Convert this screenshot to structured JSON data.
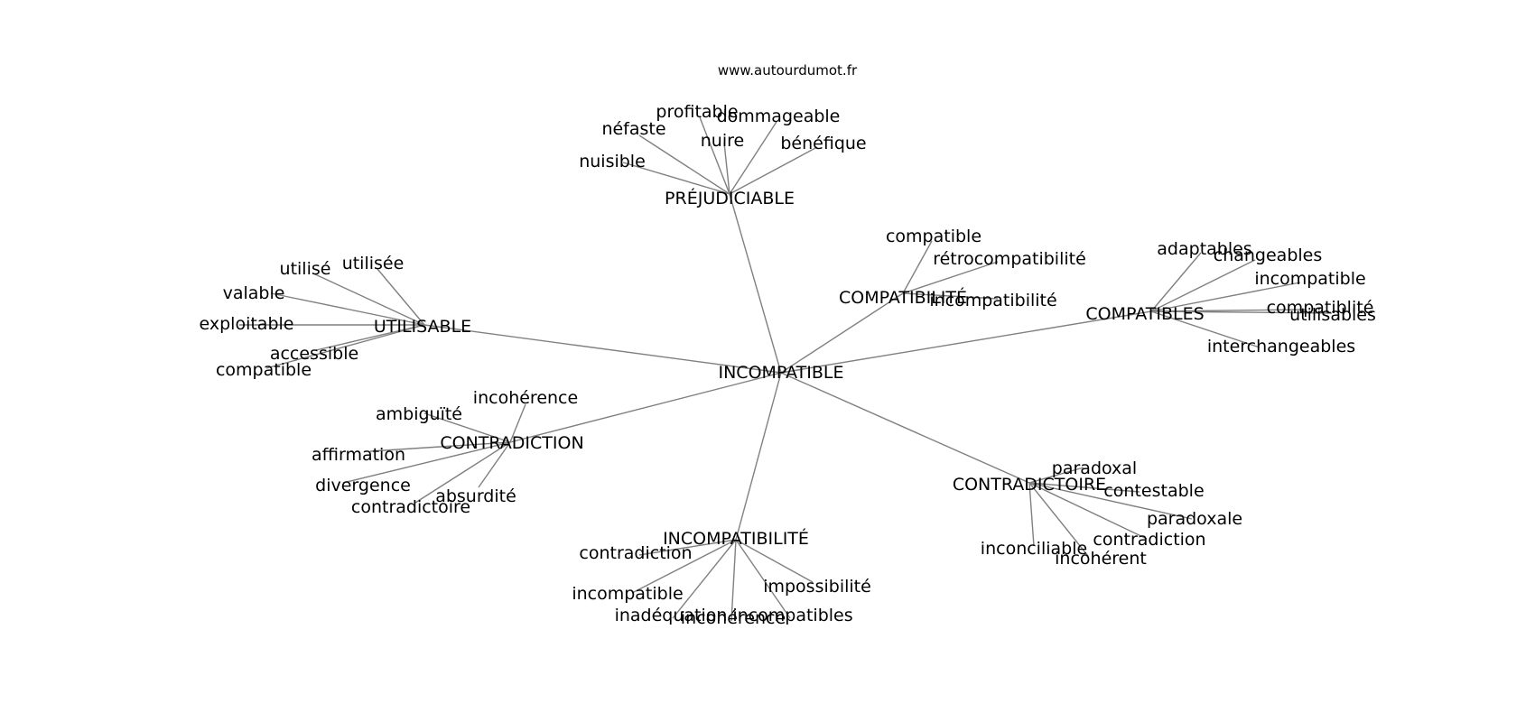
{
  "site": "www.autourdumot.fr",
  "colors": {
    "edge": "#808080",
    "text": "#000000",
    "background": "#ffffff"
  },
  "graph": {
    "root": "INCOMPATIBLE",
    "hubs": [
      {
        "label": "PRÉJUDICIABLE",
        "leaves": [
          "profitable",
          "dommageable",
          "néfaste",
          "nuire",
          "bénéfique",
          "nuisible"
        ]
      },
      {
        "label": "COMPATIBILITÉ",
        "leaves": [
          "compatible",
          "rétrocompatibilité",
          "incompatibilité"
        ]
      },
      {
        "label": "COMPATIBLES",
        "leaves": [
          "adaptables",
          "changeables",
          "incompatible",
          "compatiblité",
          "utilisables",
          "interchangeables"
        ]
      },
      {
        "label": "UTILISABLE",
        "leaves": [
          "utilisée",
          "utilisé",
          "valable",
          "exploitable",
          "accessible",
          "compatible"
        ]
      },
      {
        "label": "CONTRADICTION",
        "leaves": [
          "incohérence",
          "ambiguïté",
          "affirmation",
          "divergence",
          "absurdité",
          "contradictoire"
        ]
      },
      {
        "label": "CONTRADICTOIRE",
        "leaves": [
          "paradoxal",
          "contestable",
          "paradoxale",
          "contradiction",
          "inconciliable",
          "incohérent"
        ]
      },
      {
        "label": "INCOMPATIBILITÉ",
        "leaves": [
          "contradiction",
          "impossibilité",
          "incompatible",
          "inadéquation",
          "incompatibles",
          "incohérence"
        ]
      }
    ]
  }
}
